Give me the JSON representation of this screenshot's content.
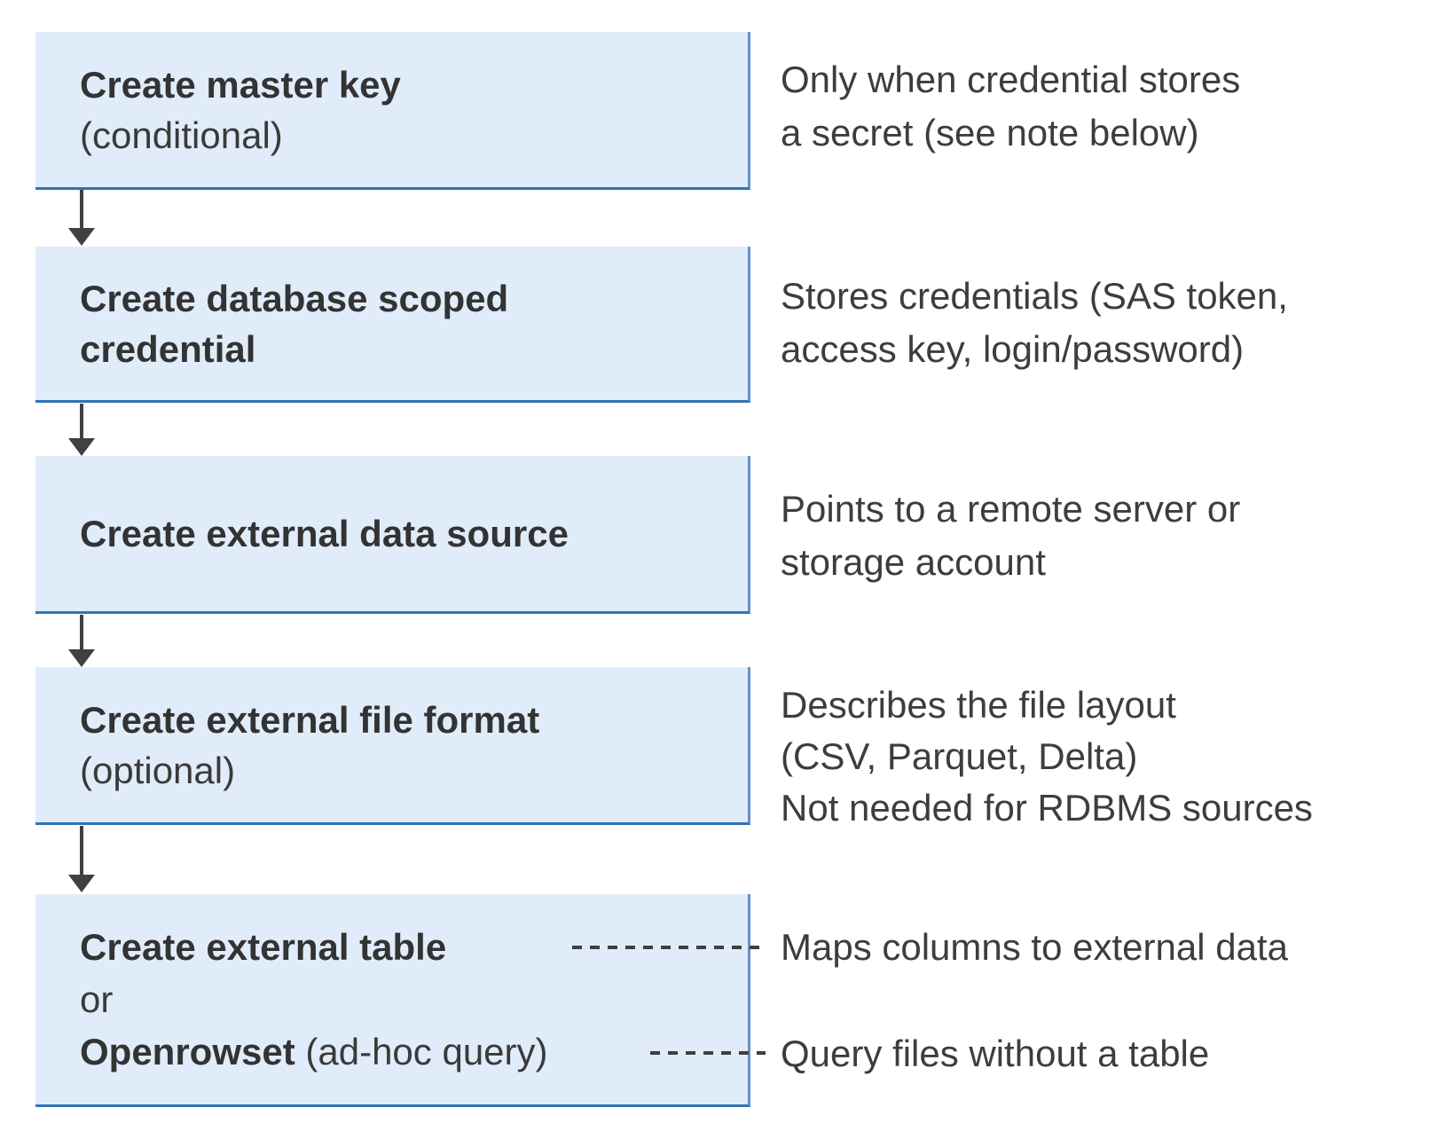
{
  "palette": {
    "box_fill": "#e1ecfa",
    "box_border_bottom": "#2e74b5",
    "box_border_right": "#6590c4",
    "arrow_color": "#404040",
    "dash_color": "#3f3f3f",
    "title_text": "#333333",
    "note_text": "#3d3d3d",
    "background": "#ffffff"
  },
  "steps": [
    {
      "title_bold": "Create master key",
      "title_regular": "(conditional)"
    },
    {
      "title_bold_line1": "Create database scoped",
      "title_bold_line2": "credential"
    },
    {
      "title_bold": "Create external data source"
    },
    {
      "title_bold": "Create external file format",
      "title_regular": "(optional)"
    },
    {
      "line1_bold": "Create external table",
      "line2_regular": "or",
      "line3_bold": "Openrowset",
      "line3_regular": " (ad-hoc query)"
    }
  ],
  "notes": [
    {
      "lines": [
        "Only when credential stores",
        "a secret (see note below)"
      ]
    },
    {
      "lines": [
        "Stores credentials (SAS token,",
        "access key, login/password)"
      ]
    },
    {
      "lines": [
        "Points to a remote server or",
        "storage account"
      ]
    },
    {
      "lines": [
        "Describes the file layout",
        "(CSV, Parquet, Delta)",
        "Not needed for RDBMS sources"
      ]
    },
    {
      "lines": [
        "Maps columns to external data"
      ]
    },
    {
      "lines": [
        "Query files without a table"
      ]
    }
  ]
}
